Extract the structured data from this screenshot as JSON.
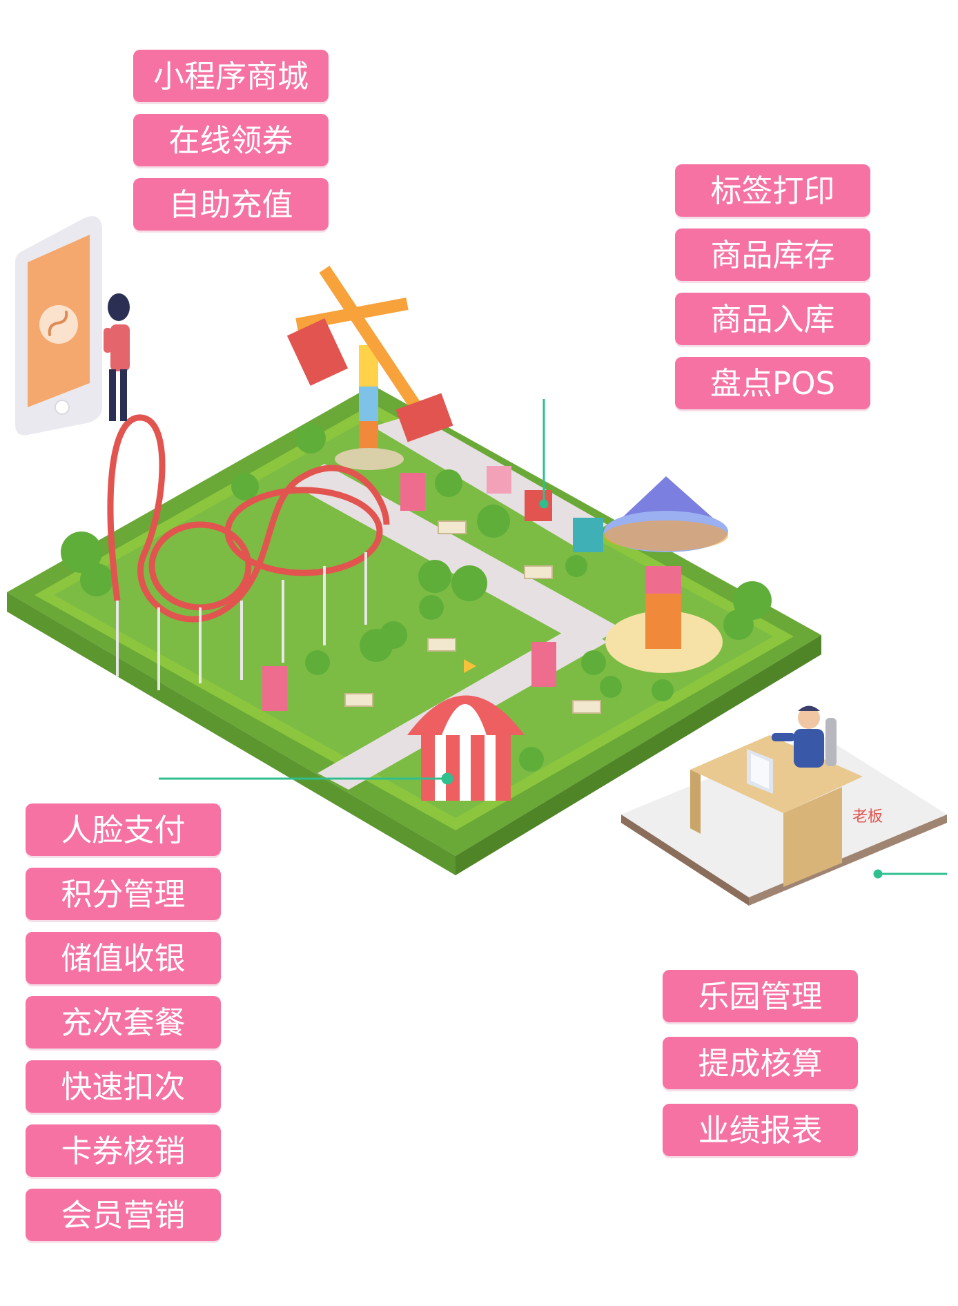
{
  "colors": {
    "tag_bg": "#f672a3",
    "tag_text": "#ffffff",
    "connector": "#2fbf8f",
    "grass": "#7cc04a",
    "hedge": "#8cc63e",
    "path": "#e7e0e2"
  },
  "groups": {
    "top_left": [
      "小程序商城",
      "在线领券",
      "自助充值"
    ],
    "top_right": [
      "标签打印",
      "商品库存",
      "商品入库",
      "盘点POS"
    ],
    "bottom_left": [
      "人脸支付",
      "积分管理",
      "储值收银",
      "充次套餐",
      "快速扣次",
      "卡券核销",
      "会员营销"
    ],
    "bottom_right": [
      "乐园管理",
      "提成核算",
      "业绩报表"
    ]
  },
  "scene": {
    "boss_label": "老板",
    "icons": [
      "smartphone-icon",
      "mini-program-icon",
      "customer-figure",
      "amusement-park-illustration",
      "boss-figure",
      "computer-monitor-icon"
    ]
  }
}
